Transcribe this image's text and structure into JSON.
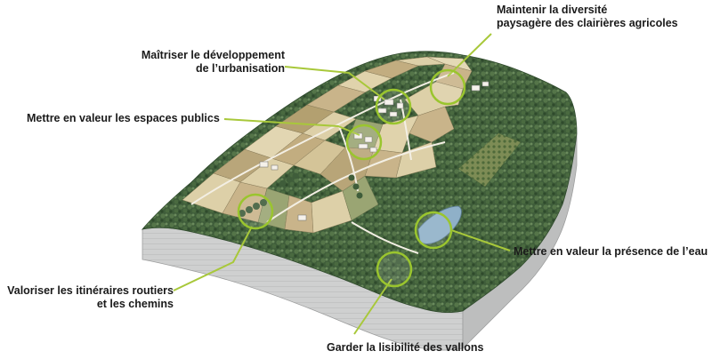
{
  "annotations": {
    "maintain_diversity": {
      "line1": "Maintenir la diversité",
      "line2": "paysagère des clairières agricoles"
    },
    "control_urbanisation": {
      "line1": "Maîtriser le développement",
      "line2": "de l’urbanisation"
    },
    "public_spaces": {
      "line1": "Mettre en valeur les espaces publics"
    },
    "water_presence": {
      "line1": "Mettre en valeur la présence de l’eau"
    },
    "routes_paths": {
      "line1": "Valoriser les itinéraires routiers",
      "line2": "et les chemins"
    },
    "valleys": {
      "line1": "Garder la lisibilité des vallons"
    }
  },
  "colors": {
    "leader_line": "#a8c83a",
    "circle_stroke": "#9ac52e",
    "forest": "#3f5d3a",
    "forest_light": "#5f7d55",
    "field_tan": "#c9b48a",
    "field_light": "#ddd0a8",
    "field_green": "#9aa573",
    "soil_side": "#d2d3d3",
    "soil_side_dark": "#b5b6b6",
    "water": "#8fb0c8",
    "road": "#efeae0",
    "text": "#1a1a1a"
  }
}
